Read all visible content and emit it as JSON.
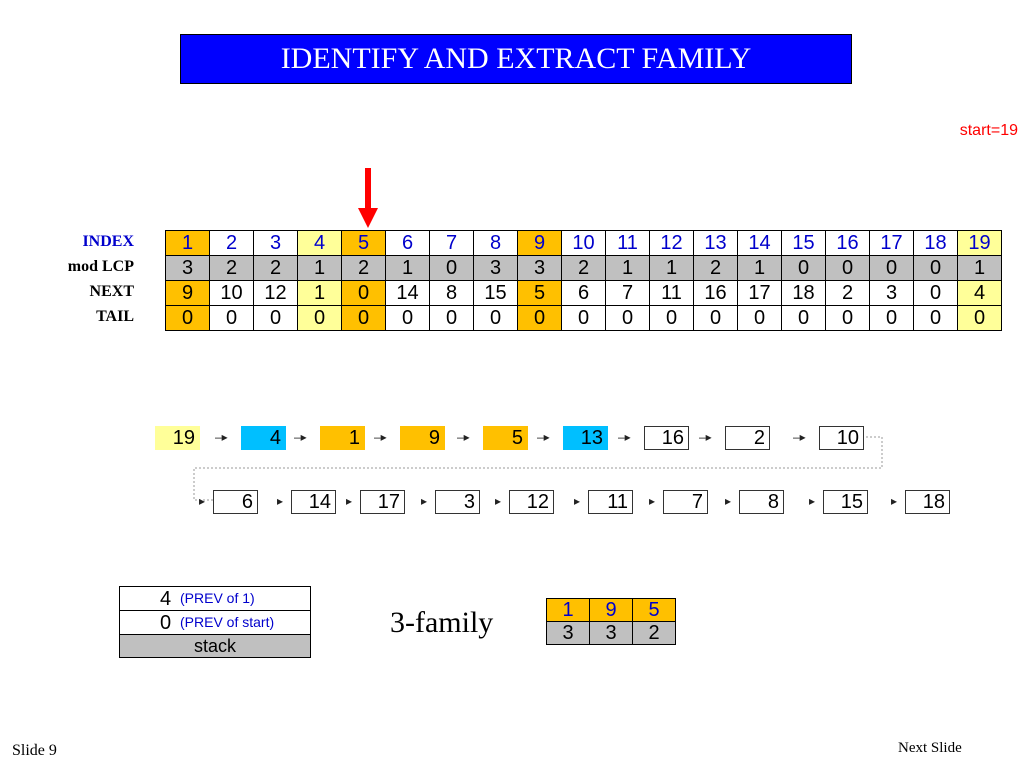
{
  "title": "IDENTIFY AND EXTRACT FAMILY",
  "start_label": "start=19",
  "row_labels": {
    "index": "INDEX",
    "lcp": "mod LCP",
    "next": "NEXT",
    "tail": "TAIL"
  },
  "index": [
    "1",
    "2",
    "3",
    "4",
    "5",
    "6",
    "7",
    "8",
    "9",
    "10",
    "11",
    "12",
    "13",
    "14",
    "15",
    "16",
    "17",
    "18",
    "19"
  ],
  "mod_lcp": [
    "3",
    "2",
    "2",
    "1",
    "2",
    "1",
    "0",
    "3",
    "3",
    "2",
    "1",
    "1",
    "2",
    "1",
    "0",
    "0",
    "0",
    "0",
    "1"
  ],
  "next": [
    "9",
    "10",
    "12",
    "1",
    "0",
    "14",
    "8",
    "15",
    "5",
    "6",
    "7",
    "11",
    "16",
    "17",
    "18",
    "2",
    "3",
    "0",
    "4"
  ],
  "tail": [
    "0",
    "0",
    "0",
    "0",
    "0",
    "0",
    "0",
    "0",
    "0",
    "0",
    "0",
    "0",
    "0",
    "0",
    "0",
    "0",
    "0",
    "0",
    "0"
  ],
  "pointer_index": "5",
  "highlight_light": [
    "4",
    "19"
  ],
  "highlight_orange": [
    "1",
    "5",
    "9"
  ],
  "chain_row1": [
    {
      "value": "19",
      "color": "yellow"
    },
    {
      "value": "4",
      "color": "cyan"
    },
    {
      "value": "1",
      "color": "orange"
    },
    {
      "value": "9",
      "color": "orange"
    },
    {
      "value": "5",
      "color": "orange"
    },
    {
      "value": "13",
      "color": "cyan"
    },
    {
      "value": "16",
      "color": "white"
    },
    {
      "value": "2",
      "color": "white"
    },
    {
      "value": "10",
      "color": "white"
    }
  ],
  "chain_row2": [
    "6",
    "14",
    "17",
    "3",
    "12",
    "11",
    "7",
    "8",
    "15",
    "18"
  ],
  "stack": {
    "entries": [
      {
        "value": "4",
        "note": "(PREV of 1)"
      },
      {
        "value": "0",
        "note": "(PREV of start)"
      }
    ],
    "label": "stack"
  },
  "family_label": "3-family",
  "family_table": {
    "top": [
      "1",
      "9",
      "5"
    ],
    "bottom": [
      "3",
      "3",
      "2"
    ]
  },
  "footer": {
    "slide": "Slide 9",
    "next": "Next Slide"
  },
  "colors": {
    "title_bg": "#0000ff",
    "yellow": "#ffff99",
    "orange": "#ffc000",
    "cyan": "#00bfff",
    "gray": "#c0c0c0",
    "red": "#ff0000"
  }
}
